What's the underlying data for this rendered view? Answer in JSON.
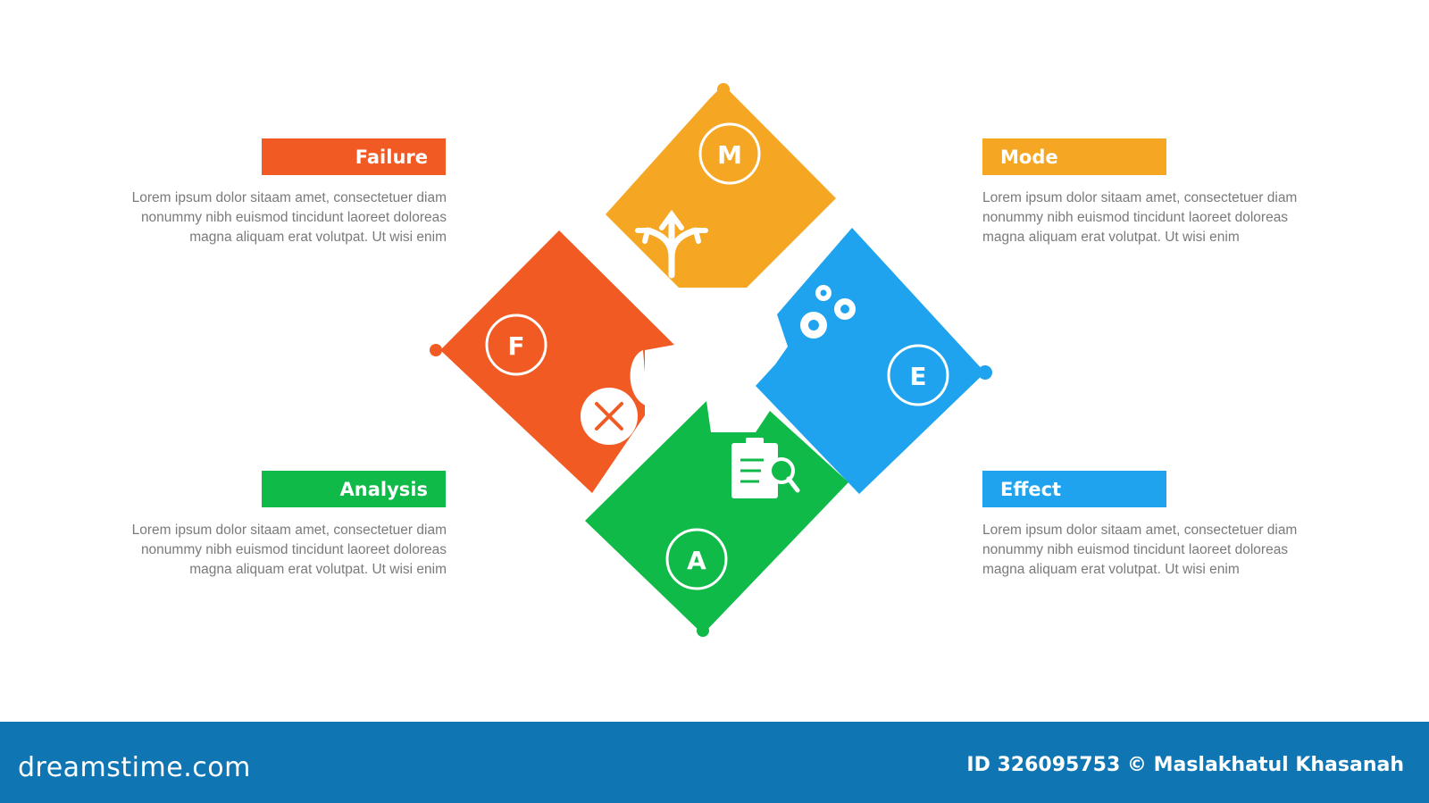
{
  "colors": {
    "failure": "#f15a22",
    "mode": "#f5a623",
    "effect": "#1fa3ee",
    "analysis": "#0fba48",
    "footer": "#0f76b3",
    "text_gray": "#7a7a7a"
  },
  "pieces": {
    "mode": {
      "letter": "M",
      "icon": "split-arrows-icon"
    },
    "failure": {
      "letter": "F",
      "icon": "x-circle-icon"
    },
    "effect": {
      "letter": "E",
      "icon": "gears-icon"
    },
    "analysis": {
      "letter": "A",
      "icon": "clipboard-search-icon"
    }
  },
  "labels": {
    "failure": {
      "title": "Failure",
      "lines": [
        "Lorem ipsum dolor sitaam amet, consectetuer diam",
        "nonummy  nibh euismod tincidunt laoreet doloreas",
        "magna aliquam erat volutpat. Ut wisi enim"
      ]
    },
    "mode": {
      "title": "Mode",
      "lines": [
        "Lorem ipsum dolor sitaam amet, consectetuer diam",
        "nonummy  nibh euismod tincidunt laoreet doloreas",
        "magna aliquam erat volutpat. Ut wisi enim"
      ]
    },
    "analysis": {
      "title": "Analysis",
      "lines": [
        "Lorem ipsum dolor sitaam amet, consectetuer diam",
        "nonummy  nibh euismod tincidunt laoreet doloreas",
        "magna aliquam erat volutpat. Ut wisi enim"
      ]
    },
    "effect": {
      "title": "Effect",
      "lines": [
        "Lorem ipsum dolor sitaam amet, consectetuer diam",
        "nonummy  nibh euismod tincidunt laoreet doloreas",
        "magna aliquam erat volutpat. Ut wisi enim"
      ]
    }
  },
  "footer": {
    "logo": "dreamstime.com",
    "credit": "ID 326095753 © Maslakhatul Khasanah"
  }
}
